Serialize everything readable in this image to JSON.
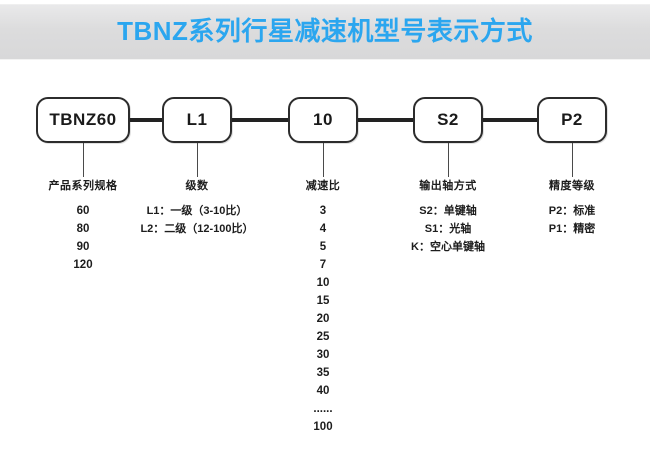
{
  "header": {
    "title": "TBNZ系列行星减速机型号表示方式",
    "title_color": "#2ba6ef",
    "band_color": "#dcdcdd"
  },
  "diagram": {
    "type": "model-code-breakdown",
    "nodes": [
      {
        "label": "TBNZ60"
      },
      {
        "label": "L1"
      },
      {
        "label": "10"
      },
      {
        "label": "S2"
      },
      {
        "label": "P2"
      }
    ],
    "columns": [
      {
        "title": "产品系列规格",
        "items": [
          "60",
          "80",
          "90",
          "120"
        ]
      },
      {
        "title": "级数",
        "items": [
          "L1：一级（3-10比）",
          "L2：二级（12-100比）"
        ]
      },
      {
        "title": "减速比",
        "items": [
          "3",
          "4",
          "5",
          "7",
          "10",
          "15",
          "20",
          "25",
          "30",
          "35",
          "40",
          "......",
          "100"
        ]
      },
      {
        "title": "输出轴方式",
        "items": [
          "S2：单键轴",
          "S1：光轴",
          "K：空心单键轴"
        ]
      },
      {
        "title": "精度等级",
        "items": [
          "P2：标准",
          "P1：精密"
        ]
      }
    ]
  }
}
